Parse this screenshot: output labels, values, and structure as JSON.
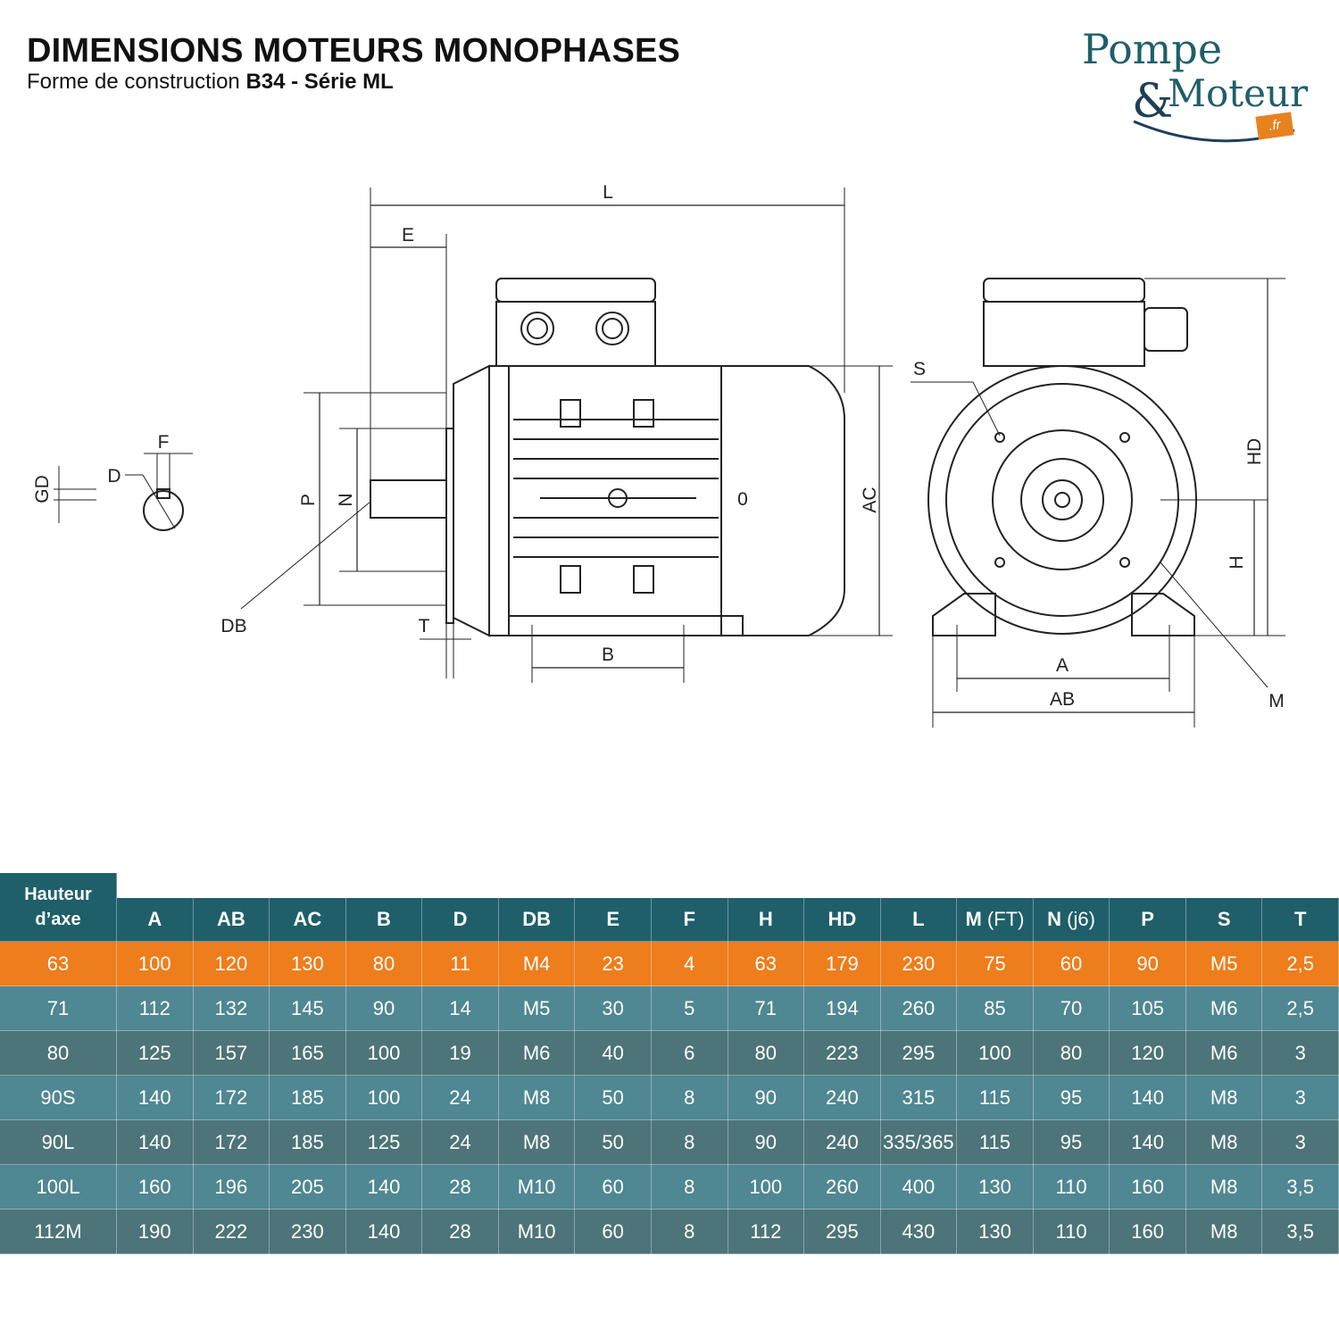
{
  "header": {
    "title": "DIMENSIONS MOTEURS MONOPHASES",
    "subtitle_prefix": "Forme de construction ",
    "subtitle_bold": "B34 - Série ML"
  },
  "logo": {
    "line1": "Pompe",
    "amp": "&",
    "line2": "Moteur",
    "tld": ".fr"
  },
  "drawing_labels": {
    "L": "L",
    "E": "E",
    "P": "P",
    "N": "N",
    "DB": "DB",
    "T": "T",
    "B": "B",
    "AC": "AC",
    "F": "F",
    "D": "D",
    "GD": "GD",
    "S": "S",
    "HD": "HD",
    "H": "H",
    "A": "A",
    "AB": "AB",
    "M": "M",
    "zero": "0"
  },
  "table": {
    "first_header": [
      "Hauteur",
      "d’axe"
    ],
    "columns": [
      {
        "main": "A",
        "sub": ""
      },
      {
        "main": "AB",
        "sub": ""
      },
      {
        "main": "AC",
        "sub": ""
      },
      {
        "main": "B",
        "sub": ""
      },
      {
        "main": "D",
        "sub": ""
      },
      {
        "main": "DB",
        "sub": ""
      },
      {
        "main": "E",
        "sub": ""
      },
      {
        "main": "F",
        "sub": ""
      },
      {
        "main": "H",
        "sub": ""
      },
      {
        "main": "HD",
        "sub": ""
      },
      {
        "main": "L",
        "sub": ""
      },
      {
        "main": "M",
        "sub": " (FT)"
      },
      {
        "main": "N",
        "sub": " (j6)"
      },
      {
        "main": "P",
        "sub": ""
      },
      {
        "main": "S",
        "sub": ""
      },
      {
        "main": "T",
        "sub": ""
      }
    ],
    "rows": [
      [
        "63",
        "100",
        "120",
        "130",
        "80",
        "11",
        "M4",
        "23",
        "4",
        "63",
        "179",
        "230",
        "75",
        "60",
        "90",
        "M5",
        "2,5"
      ],
      [
        "71",
        "112",
        "132",
        "145",
        "90",
        "14",
        "M5",
        "30",
        "5",
        "71",
        "194",
        "260",
        "85",
        "70",
        "105",
        "M6",
        "2,5"
      ],
      [
        "80",
        "125",
        "157",
        "165",
        "100",
        "19",
        "M6",
        "40",
        "6",
        "80",
        "223",
        "295",
        "100",
        "80",
        "120",
        "M6",
        "3"
      ],
      [
        "90S",
        "140",
        "172",
        "185",
        "100",
        "24",
        "M8",
        "50",
        "8",
        "90",
        "240",
        "315",
        "115",
        "95",
        "140",
        "M8",
        "3"
      ],
      [
        "90L",
        "140",
        "172",
        "185",
        "125",
        "24",
        "M8",
        "50",
        "8",
        "90",
        "240",
        "335/365",
        "115",
        "95",
        "140",
        "M8",
        "3"
      ],
      [
        "100L",
        "160",
        "196",
        "205",
        "140",
        "28",
        "M10",
        "60",
        "8",
        "100",
        "260",
        "400",
        "130",
        "110",
        "160",
        "M8",
        "3,5"
      ],
      [
        "112M",
        "190",
        "222",
        "230",
        "140",
        "28",
        "M10",
        "60",
        "8",
        "112",
        "295",
        "430",
        "130",
        "110",
        "160",
        "M8",
        "3,5"
      ]
    ],
    "highlight_row": 0,
    "colors": {
      "header": "#1f5f6a",
      "highlight": "#ee7d1b",
      "row_light": "#4f8792",
      "row_dark": "#4d7478"
    }
  }
}
